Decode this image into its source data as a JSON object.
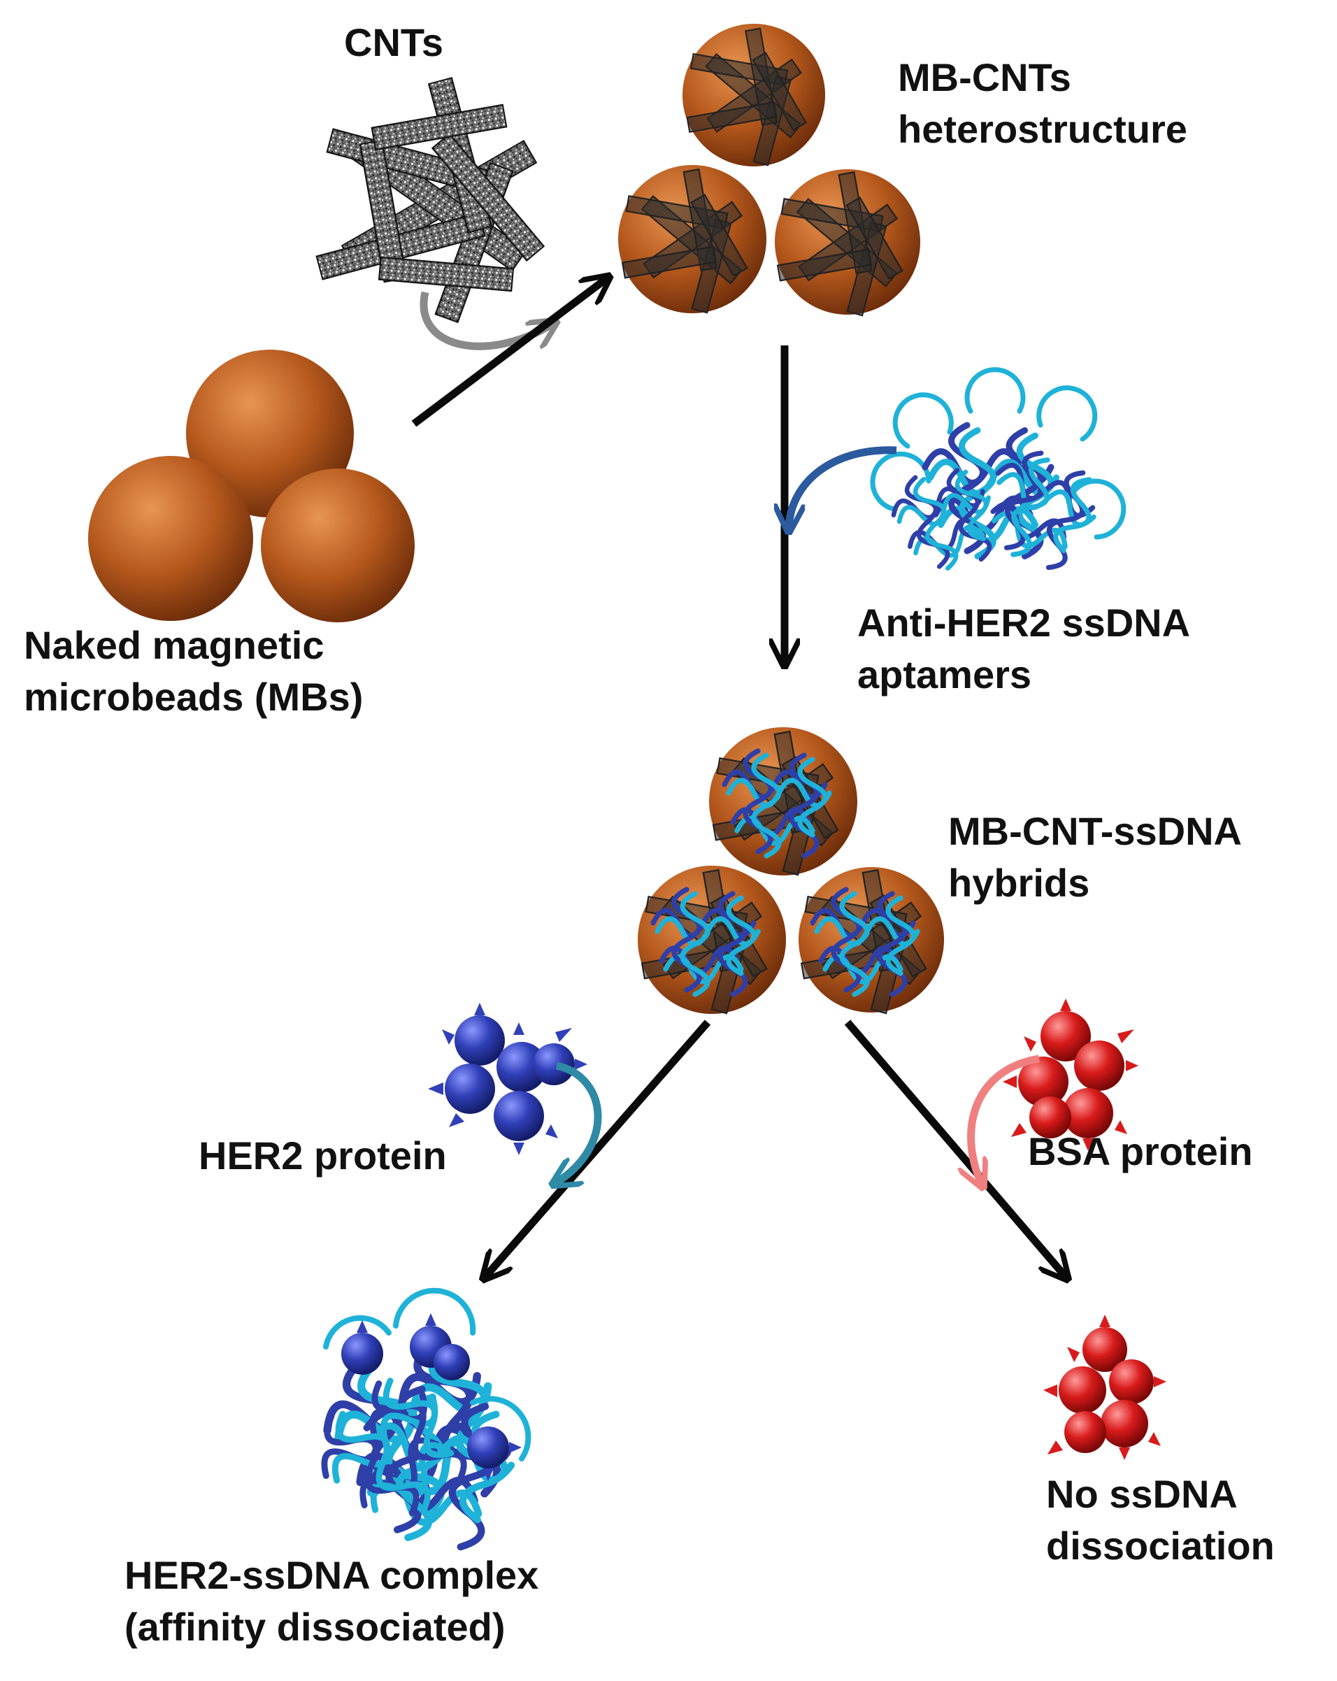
{
  "labels": {
    "cnts": "CNTs",
    "mb_cnts_line1": "MB-CNTs",
    "mb_cnts_line2": "heterostructure",
    "naked_line1": "Naked magnetic",
    "naked_line2": "microbeads (MBs)",
    "aptamers_line1": "Anti-HER2 ssDNA",
    "aptamers_line2": "aptamers",
    "hybrids_line1": "MB-CNT-ssDNA",
    "hybrids_line2": "hybrids",
    "her2_protein": "HER2 protein",
    "bsa_protein": "BSA protein",
    "complex_line1": "HER2-ssDNA complex",
    "complex_line2": "(affinity dissociated)",
    "no_dissoc_line1": "No ssDNA",
    "no_dissoc_line2": "dissociation"
  },
  "colors": {
    "bead": "#b5581c",
    "bead_light": "#e08a4a",
    "bead_dark": "#6b2c0a",
    "cnt": "#2b2b2b",
    "dna_dark": "#2f3fa8",
    "dna_light": "#1fb2d8",
    "her2": "#3040b8",
    "bsa": "#d91b1b",
    "arrow": "#0a0a0a",
    "curve_gray": "#8a8a8a",
    "curve_navy": "#2c5a9e",
    "curve_teal": "#2f8aa6",
    "curve_pink": "#f08080"
  }
}
